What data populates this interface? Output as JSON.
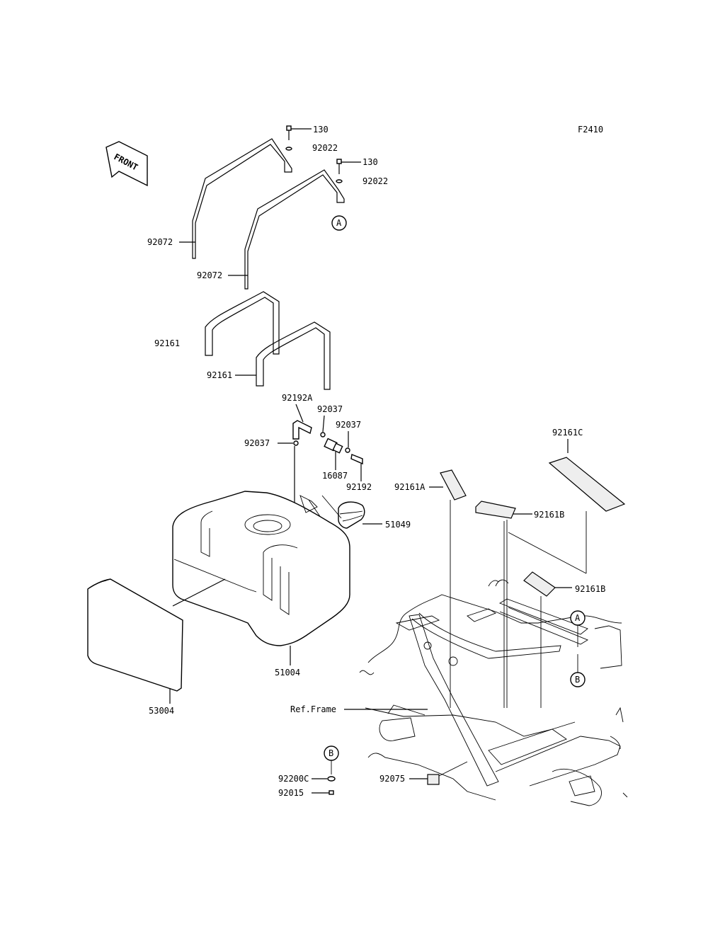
{
  "figure_code": "F2410",
  "front_label": "FRONT",
  "callouts": [
    {
      "id": "130a",
      "text": "130"
    },
    {
      "id": "92022a",
      "text": "92022"
    },
    {
      "id": "130b",
      "text": "130"
    },
    {
      "id": "92022b",
      "text": "92022"
    },
    {
      "id": "92072a",
      "text": "92072"
    },
    {
      "id": "92072b",
      "text": "92072"
    },
    {
      "id": "92161a",
      "text": "92161"
    },
    {
      "id": "92161b",
      "text": "92161"
    },
    {
      "id": "92192A",
      "text": "92192A"
    },
    {
      "id": "92037a",
      "text": "92037"
    },
    {
      "id": "92037b",
      "text": "92037"
    },
    {
      "id": "92037c",
      "text": "92037"
    },
    {
      "id": "16087",
      "text": "16087"
    },
    {
      "id": "92192",
      "text": "92192"
    },
    {
      "id": "51049",
      "text": "51049"
    },
    {
      "id": "51004",
      "text": "51004"
    },
    {
      "id": "53004",
      "text": "53004"
    },
    {
      "id": "92161C",
      "text": "92161C"
    },
    {
      "id": "92161A",
      "text": "92161A"
    },
    {
      "id": "92161B1",
      "text": "92161B"
    },
    {
      "id": "92161B2",
      "text": "92161B"
    },
    {
      "id": "refframe",
      "text": "Ref.Frame"
    },
    {
      "id": "92075",
      "text": "92075"
    },
    {
      "id": "92200C",
      "text": "92200C"
    },
    {
      "id": "92015",
      "text": "92015"
    }
  ],
  "markers": {
    "a1": "A",
    "a2": "A",
    "b1": "B",
    "b2": "B"
  }
}
